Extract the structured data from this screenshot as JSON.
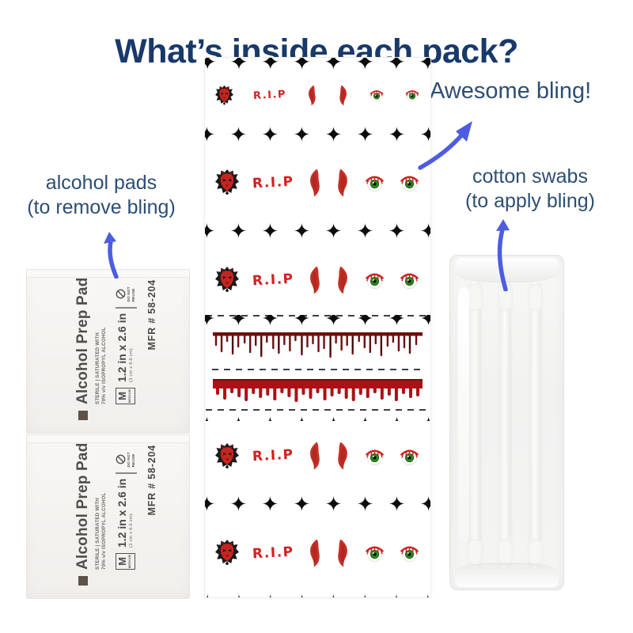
{
  "title": "What’s inside each pack?",
  "annotations": {
    "alcohol_pads": {
      "line1": "alcohol pads",
      "line2": "(to remove bling)"
    },
    "bling": {
      "label": "Awesome bling!"
    },
    "cotton_swabs": {
      "line1": "cotton swabs",
      "line2": "(to apply bling)"
    }
  },
  "sticker_sheet": {
    "rip_label": "R.I.P"
  },
  "alcohol_pad": {
    "title": "Alcohol Prep Pad",
    "sterile_line1": "STERILE | SATURATED WITH",
    "sterile_line2": "70% v/v ISOPROPYL ALCOHOL",
    "size_letter": "M",
    "size_word": "MEDIUM",
    "dimensions_in": "1.2 in x 2.6 in",
    "dimensions_cm": "(3 cm x 6.6 cm)",
    "do_not_reuse_line1": "DO NOT",
    "do_not_reuse_line2": "REUSE",
    "mfr": "MFR # 58-204"
  },
  "colors": {
    "title_navy": "#18396a",
    "label_navy": "#2c4e74",
    "arrow_blue": "#4d5ce2",
    "decal_red": "#d3201f",
    "blood_dark": "#6f0e10",
    "blood_bright": "#ad1016",
    "star_black": "#0c0c0c"
  },
  "icons": {
    "sparkle": "four-pointed-star",
    "no_reuse": "prohibition-circle",
    "arrow": "hand-drawn-curved-arrow",
    "devil": "devil-face-decal",
    "horn": "blood-horn-decal",
    "eye": "bloodshot-eye-decal"
  }
}
